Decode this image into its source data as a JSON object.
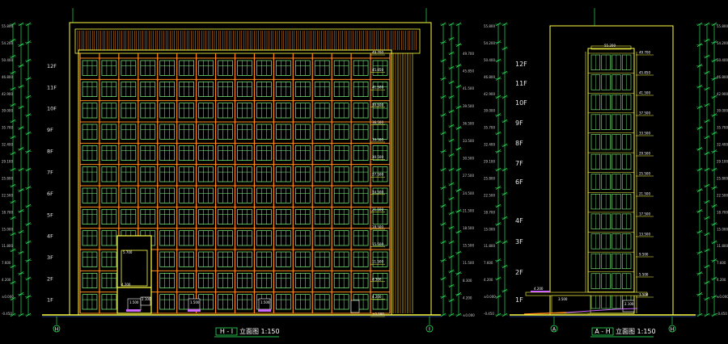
{
  "drawing": {
    "background": "#000000",
    "colors": {
      "frame": "#ffff44",
      "column": "#ff8c1a",
      "window": "#7fff7f",
      "dimension": "#33ff66",
      "ground": "#3366ff",
      "magenta": "#cc66ff",
      "text": "#ffffff"
    }
  },
  "left_elevation": {
    "title_badge": "H - I",
    "title_text": "立面图 1:150",
    "axis_left": "H",
    "axis_right": "I",
    "floors_left": [
      "12F",
      "11F",
      "10F",
      "9F",
      "8F",
      "7F",
      "6F",
      "5F",
      "4F",
      "3F",
      "2F",
      "1F"
    ],
    "elevations_right": [
      "49.700",
      "45.850",
      "41.500",
      "39.500",
      "36.500",
      "33.500",
      "30.500",
      "27.500",
      "24.500",
      "21.500",
      "18.500",
      "15.500",
      "11.500",
      "8.300",
      "4.200",
      "±0.000"
    ],
    "elevations_left": [
      "55.800",
      "54.200",
      "50.400",
      "46.800",
      "42.900",
      "39.000",
      "35.700",
      "32.400",
      "29.100",
      "25.800",
      "22.500",
      "18.700",
      "15.000",
      "11.800",
      "7.600",
      "4.200",
      "±0.000",
      "-0.450"
    ],
    "labels": {
      "entrance_top": "5.700",
      "entrance_low": "4.200",
      "door1": "1.500",
      "door2": "2.100",
      "door3": "1.500",
      "door4": "1.500"
    }
  },
  "right_elevation": {
    "title_badge": "A - H",
    "title_text": "立面图 1:150",
    "axis_left": "A",
    "axis_right": "H",
    "floors": [
      "12F",
      "11F",
      "10F",
      "9F",
      "8F",
      "7F",
      "6F",
      "4F",
      "3F",
      "2F",
      "1F"
    ],
    "top_label": "55.200",
    "elevations_right": [
      "49.700",
      "45.850",
      "41.500",
      "37.500",
      "33.500",
      "29.500",
      "25.500",
      "21.500",
      "17.500",
      "13.500",
      "9.500",
      "5.500",
      "3.500"
    ],
    "labels": {
      "canopy": "4.200",
      "entry": "3.500",
      "door": "2.100"
    }
  }
}
